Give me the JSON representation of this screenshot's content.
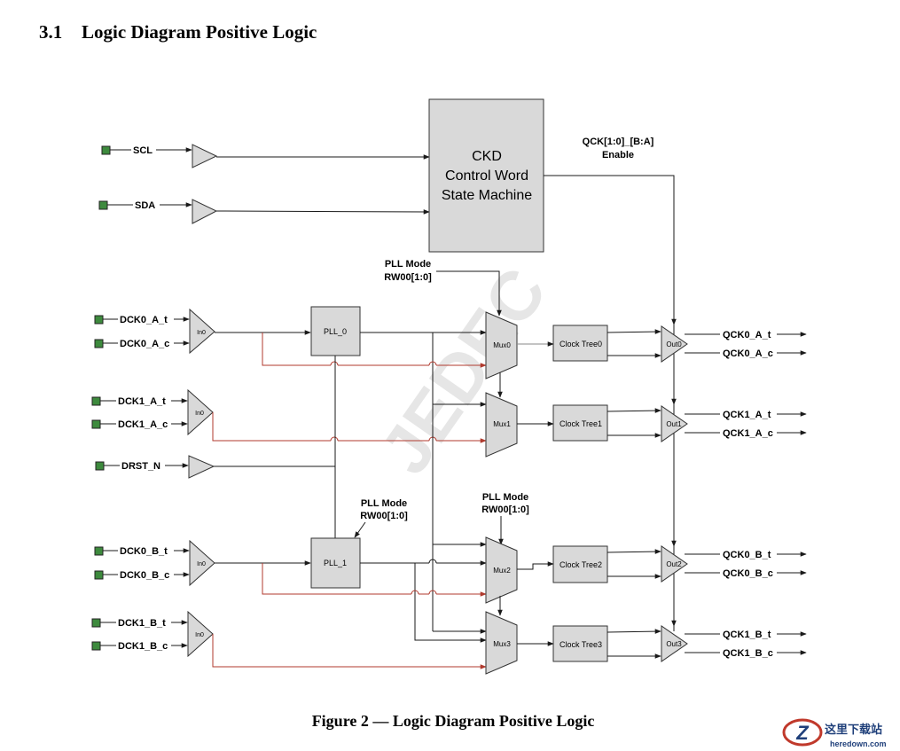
{
  "section": {
    "number": "3.1",
    "title": "Logic Diagram Positive Logic"
  },
  "caption": "Figure 2 — Logic Diagram Positive Logic",
  "watermark": "JEDEC",
  "state_machine": {
    "line1": "CKD",
    "line2": "Control Word",
    "line3": "State Machine"
  },
  "enable_label": {
    "line1": "QCK[1:0]_[B:A]",
    "line2": "Enable"
  },
  "pll_mode_label": {
    "line1": "PLL Mode",
    "line2": "RW00[1:0]"
  },
  "pins": {
    "scl": "SCL",
    "sda": "SDA",
    "dck0_a_t": "DCK0_A_t",
    "dck0_a_c": "DCK0_A_c",
    "dck1_a_t": "DCK1_A_t",
    "dck1_a_c": "DCK1_A_c",
    "drst_n": "DRST_N",
    "dck0_b_t": "DCK0_B_t",
    "dck0_b_c": "DCK0_B_c",
    "dck1_b_t": "DCK1_B_t",
    "dck1_b_c": "DCK1_B_c"
  },
  "input_buffers": [
    "In0",
    "In0",
    "In0",
    "In0"
  ],
  "plls": [
    "PLL_0",
    "PLL_1"
  ],
  "muxes": [
    "Mux0",
    "Mux1",
    "Mux2",
    "Mux3"
  ],
  "clock_trees": [
    "Clock Tree0",
    "Clock Tree1",
    "Clock Tree2",
    "Clock Tree3"
  ],
  "output_buffers": [
    "Out0",
    "Out1",
    "Out2",
    "Out3"
  ],
  "outputs": {
    "qck0_a_t": "QCK0_A_t",
    "qck0_a_c": "QCK0_A_c",
    "qck1_a_t": "QCK1_A_t",
    "qck1_a_c": "QCK1_A_c",
    "qck0_b_t": "QCK0_B_t",
    "qck0_b_c": "QCK0_B_c",
    "qck1_b_t": "QCK1_B_t",
    "qck1_b_c": "QCK1_B_c"
  },
  "site_logo": {
    "text_cn": "这里下载站",
    "text_url": "heredown.com"
  },
  "colors": {
    "wire": "#1a1a1a",
    "bypass_wire": "#b03a2e",
    "block_fill": "#d9d9d9",
    "pin_fill": "#3d8a3d",
    "watermark": "#e6e6e6",
    "logo_red": "#c0392b",
    "logo_blue": "#1f3f7a"
  }
}
